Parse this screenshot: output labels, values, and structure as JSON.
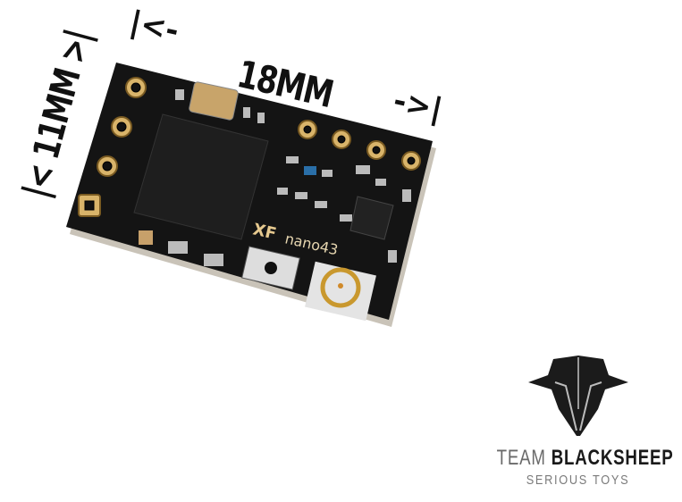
{
  "dimensions": {
    "length_label": "18MM",
    "width_label": "|< 11MM >|",
    "arrow_left": "|<-",
    "arrow_right": "->|"
  },
  "board": {
    "brand_mark": "XF",
    "model_mark": "nano43"
  },
  "logo": {
    "team": "TEAM",
    "name": "BLACKSHEEP",
    "tagline": "SERIOUS TOYS"
  }
}
